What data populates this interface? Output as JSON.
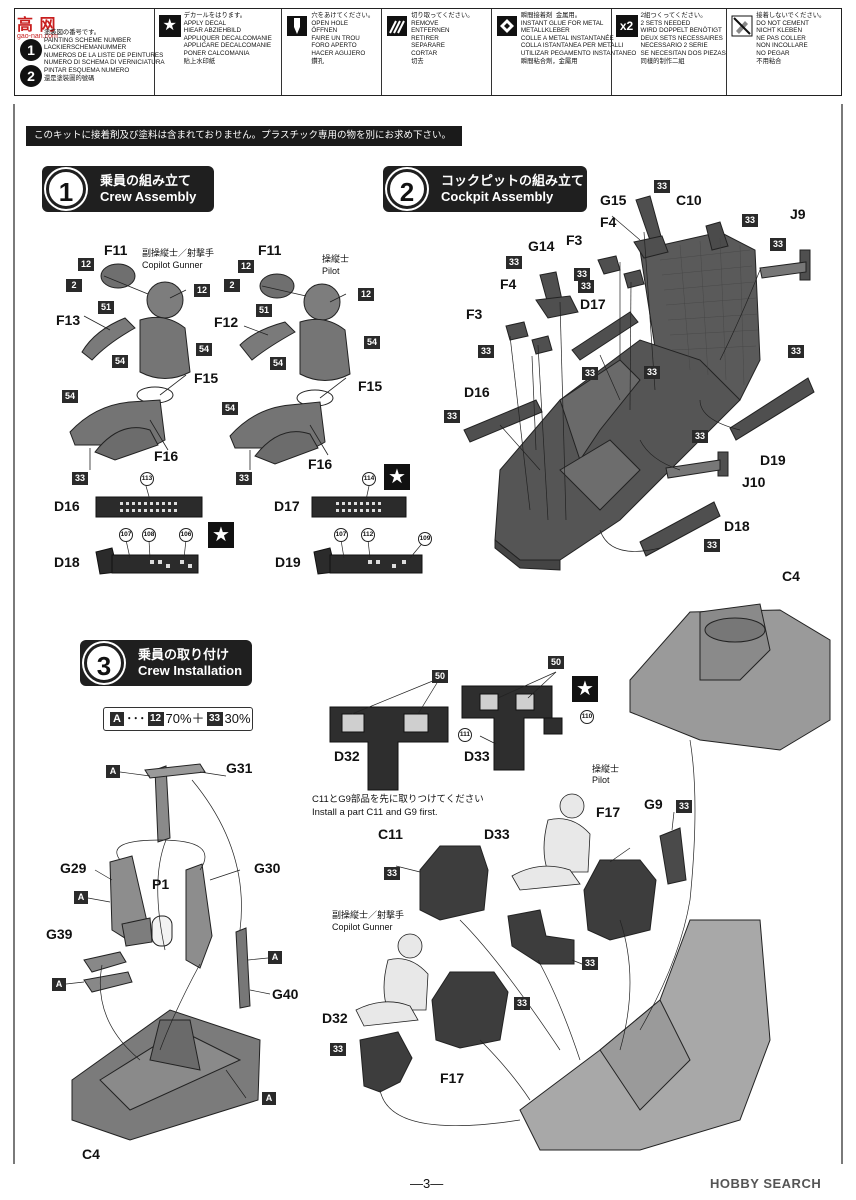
{
  "site_logo": {
    "text": "高",
    "text2": "网",
    "sub": "gao-nan.com"
  },
  "legend": [
    {
      "icon": "number-icon",
      "glyph": "1",
      "text": "塗装図の番号です。\nPAINTING SCHEME NUMBER\nLACKIERSCHEMANUMMER\nNUMEROS DE LA LISTE DE PEINTURES\nNUMERO DI SCHEMA DI VERNICIATURA\nPINTAR ESQUEMA NUMERO\n還是塗裝圖的號碼"
    },
    {
      "icon": "star-icon",
      "glyph": "★",
      "text": "デカールをはります。\nAPPLY DECAL\nHIEAR ABZIEHBILD\nAPPLIQUER DECALCOMANIE\nAPPLICARE DECALCOMANIE\nPONER CALCOMANIA\n貼上水印紙"
    },
    {
      "icon": "drill-icon",
      "glyph": "",
      "text": "穴をあけてください。\nOPEN HOLE\nÖFFNEN\nFAIRE UN TROU\nFORO APERTO\nHACER AGUJERO\n鑽孔"
    },
    {
      "icon": "cut-icon",
      "glyph": "",
      "text": "切り取ってください。\nREMOVE\nENTFERNEN\nRETIRER\nSEPARARE\nCORTAR\n切去"
    },
    {
      "icon": "glue-icon",
      "glyph": "",
      "text": "瞬間接着剤  金属用。\nINSTANT GLUE FOR METAL\nMETALLKLEBER\nCOLLE A METAL INSTANTANÉE\nCOLLA ISTANTANEA PER METALLI\nUTILIZAR PEGAMENTO INSTANTANEO\n瞬間粘合劑，金屬用"
    },
    {
      "icon": "x2-icon",
      "glyph": "x2",
      "text": "2組つくってください。\n2 SETS NEEDED\nWIRD DOPPELT BENÖTIGT\nDEUX SETS NECESSAIRES\nNECESSARIO 2 SERIE\nSE NECESITAN DOS PIEZAS\n同樣的制作二組"
    },
    {
      "icon": "no-glue-icon",
      "glyph": "",
      "text": "接着しないでください。\nDO NOT CEMENT\nNICHT KLEBEN\nNE PAS COLLER\nNON INCOLLARE\nNO PEGAR\n不用粘合"
    }
  ],
  "notice": "このキットに接着剤及び塗料は含まれておりません。プラスチック専用の物を別にお求め下さい。",
  "steps": [
    {
      "num": "1",
      "ja": "乗員の組み立て",
      "en": "Crew Assembly"
    },
    {
      "num": "2",
      "ja": "コックピットの組み立て",
      "en": "Cockpit Assembly"
    },
    {
      "num": "3",
      "ja": "乗員の取り付け",
      "en": "Crew Installation"
    }
  ],
  "mix": {
    "a": "A",
    "dots": "･･･",
    "c1": "12",
    "p1": "70%＋",
    "c2": "33",
    "p2": "30%"
  },
  "crew": {
    "copilot_ja": "副操縦士／射撃手",
    "copilot_en": "Copilot Gunner",
    "pilot_ja": "操縦士",
    "pilot_en": "Pilot"
  },
  "instruction": {
    "ja": "C11とG9部品を先に取りつけてください",
    "en": "Install a part C11 and G9 first."
  },
  "parts": {
    "F11": "F11",
    "F13": "F13",
    "F12": "F12",
    "F15": "F15",
    "F16": "F16",
    "D16": "D16",
    "D17": "D17",
    "D18": "D18",
    "D19": "D19",
    "G15": "G15",
    "C10": "C10",
    "J9": "J9",
    "G14": "G14",
    "F3": "F3",
    "F4": "F4",
    "J10": "J10",
    "C4": "C4",
    "G31": "G31",
    "G29": "G29",
    "G30": "G30",
    "P1": "P1",
    "G39": "G39",
    "G40": "G40",
    "D32": "D32",
    "D33": "D33",
    "G9": "G9",
    "C11": "C11",
    "F17": "F17"
  },
  "colors": {
    "c2": "2",
    "c12": "12",
    "c33": "33",
    "c50": "50",
    "c51": "51",
    "c54": "54",
    "a": "A"
  },
  "decals": {
    "d113": "113",
    "d114": "114",
    "d107": "107",
    "d108": "108",
    "d106": "106",
    "d112": "112",
    "d109": "109",
    "d110": "110",
    "d111": "111"
  },
  "page_number": "—3—",
  "watermark": "HOBBY SEARCH"
}
